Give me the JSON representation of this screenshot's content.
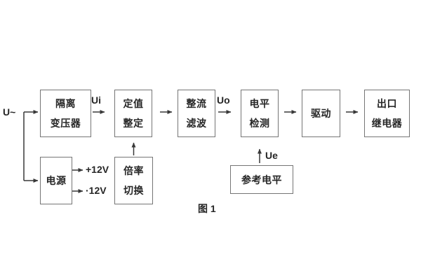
{
  "diagram": {
    "input_label": "U~",
    "signal_labels": {
      "ui": "Ui",
      "uo": "Uo",
      "ue": "Ue",
      "pos_rail": "+12V",
      "neg_rail": "·12V"
    },
    "caption": "图 1",
    "blocks": {
      "isolation_transformer": {
        "lines": [
          "隔离",
          "变压器"
        ]
      },
      "setpoint_setting": {
        "lines": [
          "定值",
          "整定"
        ]
      },
      "rectifier_filter": {
        "lines": [
          "整流",
          "滤波"
        ]
      },
      "level_detection": {
        "lines": [
          "电平",
          "检测"
        ]
      },
      "driver": {
        "lines": [
          "驱动"
        ]
      },
      "output_relay": {
        "lines": [
          "出口",
          "继电器"
        ]
      },
      "power_supply": {
        "lines": [
          "电源"
        ]
      },
      "ratio_switch": {
        "lines": [
          "倍率",
          "切换"
        ]
      },
      "reference_level": {
        "lines": [
          "参考电平"
        ]
      }
    },
    "colors": {
      "background": "#ffffff",
      "box_border": "#757575",
      "wire": "#383838",
      "text": "#262626"
    }
  }
}
